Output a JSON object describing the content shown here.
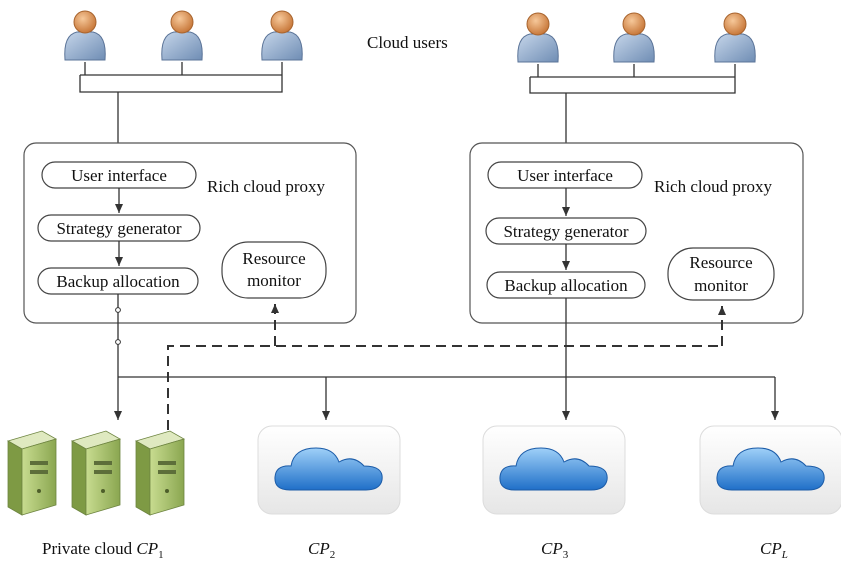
{
  "users_label": "Cloud users",
  "proxy_left": {
    "title": "Rich cloud proxy",
    "user_interface": "User interface",
    "strategy_generator": "Strategy generator",
    "backup_allocation": "Backup allocation",
    "resource_monitor_line1": "Resource",
    "resource_monitor_line2": "monitor"
  },
  "proxy_right": {
    "title": "Rich cloud proxy",
    "user_interface": "User interface",
    "strategy_generator": "Strategy generator",
    "backup_allocation": "Backup allocation",
    "resource_monitor_line1": "Resource",
    "resource_monitor_line2": "monitor"
  },
  "providers": {
    "private_prefix": "Private cloud ",
    "private_cp": "CP",
    "private_sub": "1",
    "cp2": "CP",
    "cp2_sub": "2",
    "cp3": "CP",
    "cp3_sub": "3",
    "cpl": "CP",
    "cpl_sub": "L"
  },
  "colors": {
    "user_body": "#8fa9c8",
    "user_head": "#e8a060",
    "server": "#a8c070",
    "cloud": "#3a8ad8"
  }
}
